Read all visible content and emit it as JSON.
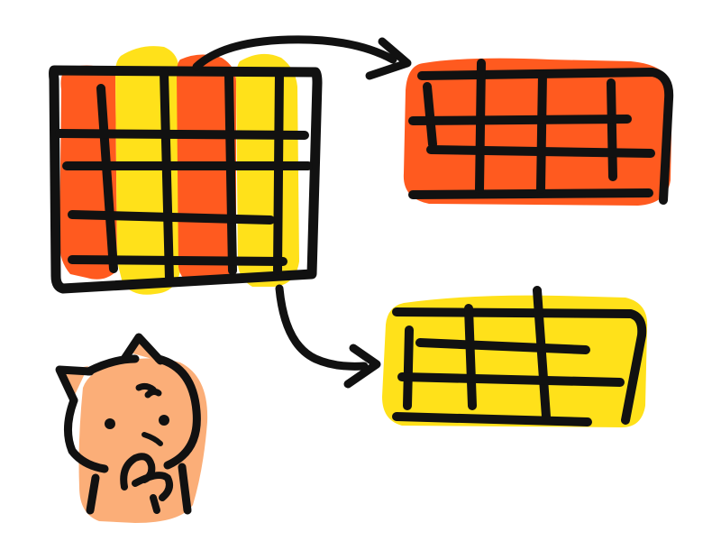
{
  "colors": {
    "background": "#ffffff",
    "ink": "#111111",
    "red_orange": "#ff5a1f",
    "yellow": "#ffe11a",
    "cat_body": "#fbae78"
  },
  "diagram": {
    "source_table": {
      "column_fills": [
        "red_orange",
        "yellow",
        "red_orange",
        "yellow",
        "red_orange",
        "yellow"
      ]
    },
    "outputs": [
      {
        "fill": "red_orange"
      },
      {
        "fill": "yellow"
      }
    ],
    "character": {
      "icon": "thinking-cat-icon"
    }
  }
}
